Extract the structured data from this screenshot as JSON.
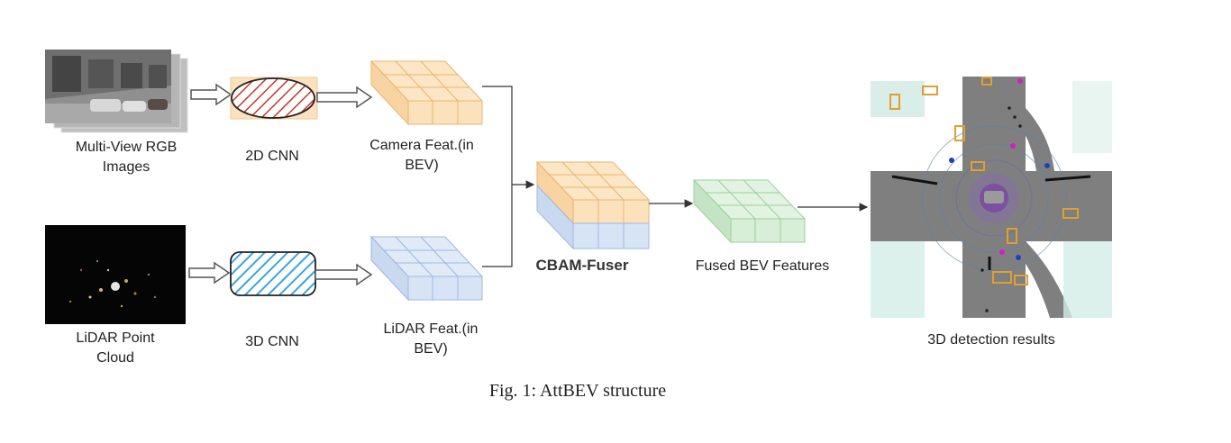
{
  "labels": {
    "rgb_line1": "Multi-View RGB",
    "rgb_line2": "Images",
    "cnn2d": "2D CNN",
    "cam_line1": "Camera Feat.(in",
    "cam_line2": "BEV)",
    "lidar_line1": "LiDAR Point",
    "lidar_line2": "Cloud",
    "cnn3d": "3D CNN",
    "lfeat_line1": "LiDAR Feat.(in",
    "lfeat_line2": "BEV)",
    "fuser": "CBAM-Fuser",
    "fused": "Fused BEV Features",
    "results": "3D detection results"
  },
  "caption": "Fig. 1: AttBEV structure",
  "colors": {
    "camera_feat": "#fbe2bd",
    "lidar_feat": "#d7e4f6",
    "fused_feat": "#d7eed7",
    "cnn2d_stroke": "#c0392b",
    "cnn3d_fill": "#6cc3ec"
  }
}
